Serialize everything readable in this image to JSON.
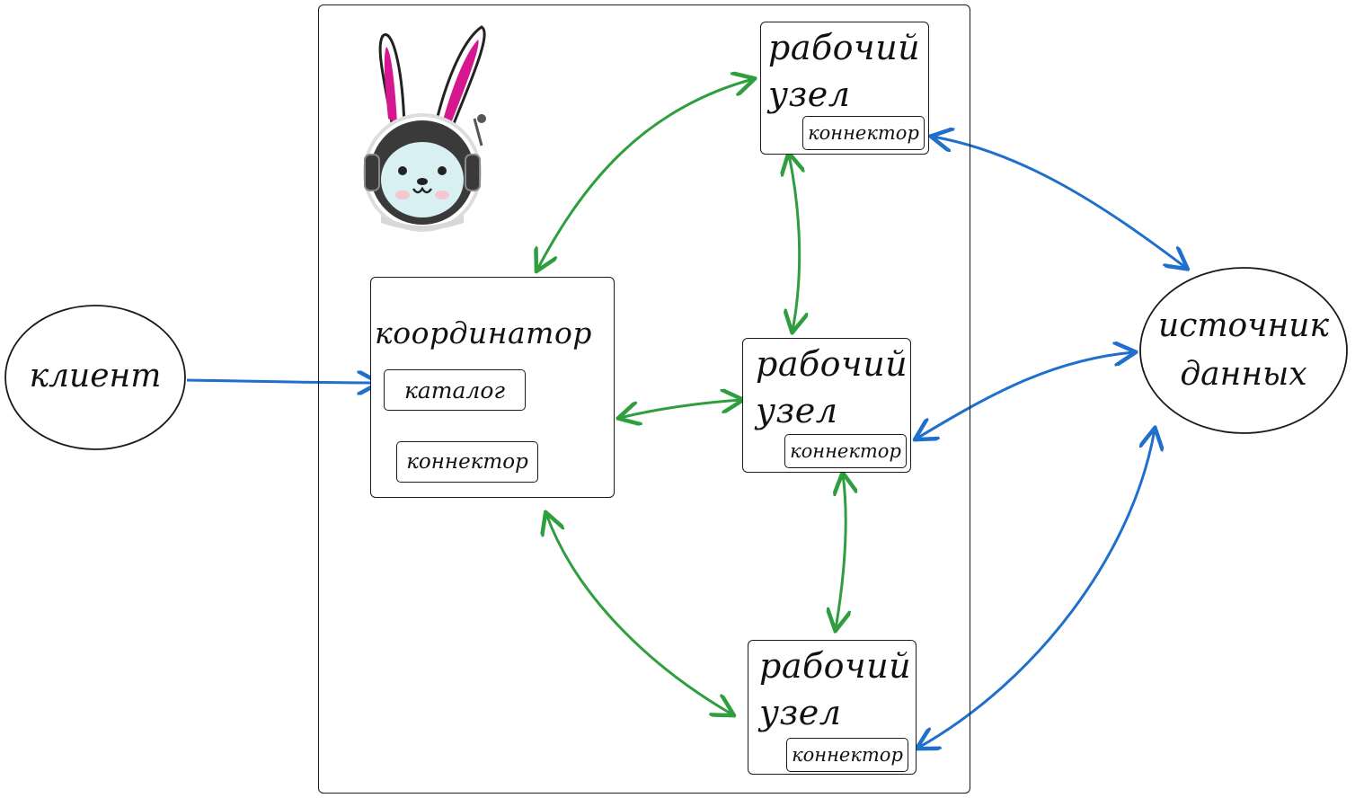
{
  "client": {
    "label": "клиент"
  },
  "data_source": {
    "label_line1": "источник",
    "label_line2": "данных"
  },
  "coordinator": {
    "title": "координатор",
    "catalog_label": "каталог",
    "connector_label": "коннектор"
  },
  "worker_top": {
    "title_line1": "рабочий",
    "title_line2": "узел",
    "connector_label": "коннектор"
  },
  "worker_middle": {
    "title_line1": "рабочий",
    "title_line2": "узел",
    "connector_label": "коннектор"
  },
  "worker_bottom": {
    "title_line1": "рабочий",
    "title_line2": "узел",
    "connector_label": "коннектор"
  },
  "colors": {
    "internal_link": "#2e9e3e",
    "external_link": "#1f6fcc",
    "outline": "#1a1a1a",
    "bunny_ear": "#d6178f"
  },
  "icons": {
    "mascot": "astronaut-bunny-icon"
  }
}
